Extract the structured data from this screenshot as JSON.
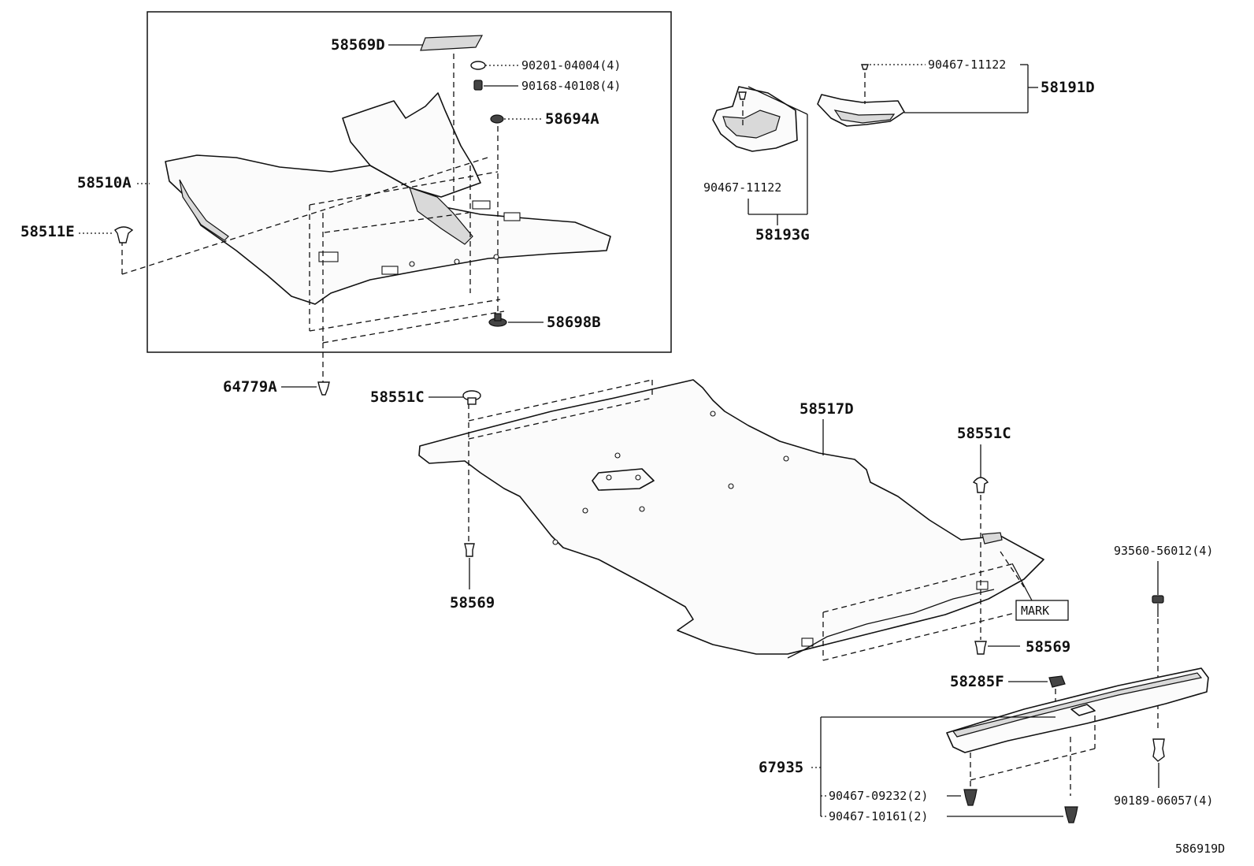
{
  "parts": {
    "p58569D": "58569D",
    "p90201": "90201-04004(4)",
    "p90168": "90168-40108(4)",
    "p58694A": "58694A",
    "p58510A": "58510A",
    "p58511E": "58511E",
    "p58698B": "58698B",
    "p64779A": "64779A",
    "p90467_11122_top": "90467-11122",
    "p58191D": "58191D",
    "p90467_11122_left": "90467-11122",
    "p58193G": "58193G",
    "p58551C_left": "58551C",
    "p58517D": "58517D",
    "p58551C_right": "58551C",
    "p58569_left": "58569",
    "p58569_right": "58569",
    "p93560": "93560-56012(4)",
    "mark": "MARK",
    "p58285F": "58285F",
    "p67935": "67935",
    "p90467_09232": "90467-09232(2)",
    "p90467_10161": "90467-10161(2)",
    "p90189": "90189-06057(4)"
  },
  "illustration_id": "586919D"
}
